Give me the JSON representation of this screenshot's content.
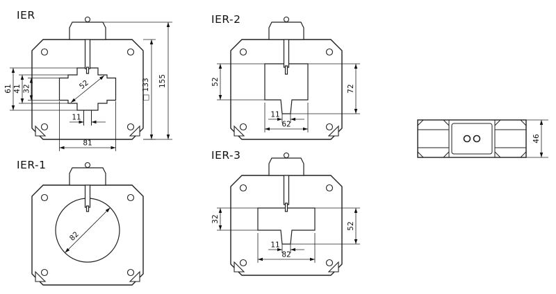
{
  "views": {
    "ier": {
      "label": "IER",
      "dim_61": "61",
      "dim_41": "41",
      "dim_32": "32",
      "dim_52": "52",
      "dim_11": "11",
      "dim_81": "81",
      "dim_133": "□ 133",
      "dim_155": "155"
    },
    "ier1": {
      "label": "IER-1",
      "dim_82": "82"
    },
    "ier2": {
      "label": "IER-2",
      "dim_52": "52",
      "dim_72": "72",
      "dim_11": "11",
      "dim_62": "62"
    },
    "ier3": {
      "label": "IER-3",
      "dim_32": "32",
      "dim_52": "52",
      "dim_11": "11",
      "dim_82": "82"
    },
    "side": {
      "dim_46": "46"
    }
  }
}
